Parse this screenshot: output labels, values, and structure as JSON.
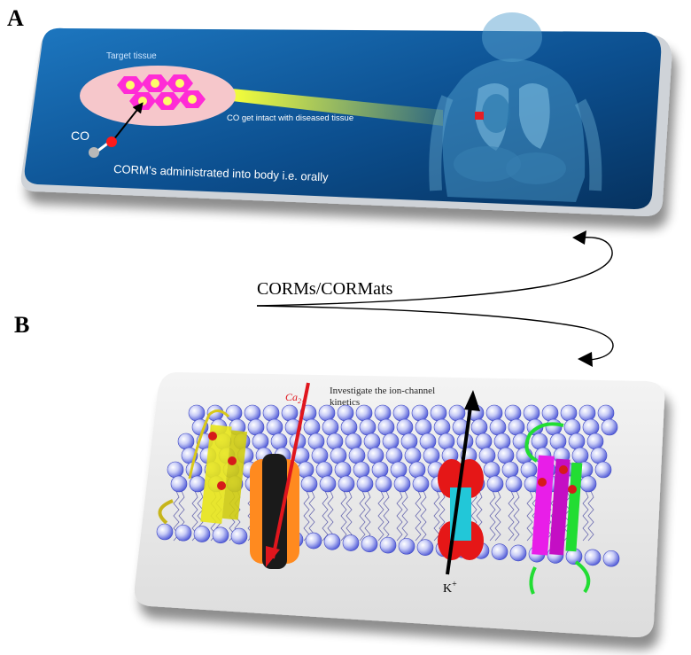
{
  "panel_a": {
    "letter": "A",
    "target_tissue_label": "Target tissue",
    "co_label": "CO",
    "beam_label": "CO get intact with diseased tissue",
    "caption": "CORM’s administrated into body i.e. orally",
    "colors": {
      "background": "#0d4f8e",
      "tissue_oval": "#f6c7cb",
      "hexagons": "#ff2bd6",
      "beam": "#e8ff2a",
      "body": "#6fb3d8"
    }
  },
  "connector": {
    "label": "CORMs/CORMats"
  },
  "panel_b": {
    "letter": "B",
    "ca_label": "Ca",
    "ca_sub": "2+",
    "investigate_label_line1": "Investigate the ion-channel",
    "investigate_label_line2": "kinetics",
    "k_label": "K",
    "k_sup": "+",
    "colors": {
      "plate": "#ececec",
      "lipid_heads": "#6f78e8",
      "ca_arrow": "#e0161d",
      "k_arrow": "#000000",
      "channel_orange": "#ff8a1f",
      "channel_red": "#e51717",
      "channel_cyan": "#22c7d8",
      "channel_magenta": "#e81ee8",
      "helix_yellow": "#e8e61a",
      "helix_green": "#22dd33"
    }
  }
}
